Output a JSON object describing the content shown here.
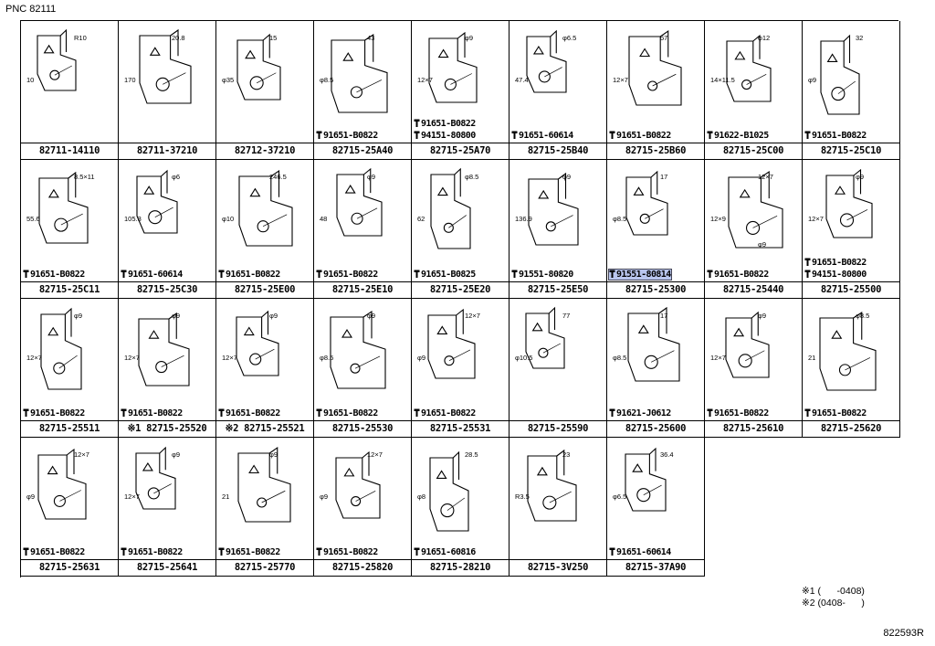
{
  "header": {
    "pnc": "PNC 82111"
  },
  "cells": [
    {
      "part": "82711-14110",
      "dims": [
        "R10",
        "10"
      ],
      "bolts": []
    },
    {
      "part": "82711-37210",
      "dims": [
        "20.8",
        "170"
      ],
      "bolts": []
    },
    {
      "part": "82712-37210",
      "dims": [
        "15",
        "φ35"
      ],
      "bolts": []
    },
    {
      "part": "82715-25A40",
      "dims": [
        "43",
        "φ8.5"
      ],
      "bolts": [
        {
          "num": "91651-B0822",
          "hl": false
        }
      ]
    },
    {
      "part": "82715-25A70",
      "dims": [
        "φ9",
        "12×7"
      ],
      "bolts": [
        {
          "num": "91651-B0822",
          "hl": false
        },
        {
          "num": "94151-80800",
          "hl": false
        }
      ]
    },
    {
      "part": "82715-25B40",
      "dims": [
        "φ6.5",
        "47.4"
      ],
      "bolts": [
        {
          "num": "91651-60614",
          "hl": false
        }
      ]
    },
    {
      "part": "82715-25B60",
      "dims": [
        "57",
        "12×7"
      ],
      "bolts": [
        {
          "num": "91651-B0822",
          "hl": false
        }
      ]
    },
    {
      "part": "82715-25C00",
      "dims": [
        "φ12",
        "14×11.5"
      ],
      "bolts": [
        {
          "num": "91622-B1025",
          "hl": false
        }
      ]
    },
    {
      "part": "82715-25C10",
      "dims": [
        "32",
        "φ9"
      ],
      "bolts": [
        {
          "num": "91651-B0822",
          "hl": false
        }
      ]
    },
    {
      "part": "82715-25C11",
      "dims": [
        "8.5×11",
        "55.6"
      ],
      "bolts": [
        {
          "num": "91651-B0822",
          "hl": false
        }
      ]
    },
    {
      "part": "82715-25C30",
      "dims": [
        "φ6",
        "105.3"
      ],
      "bolts": [
        {
          "num": "91651-60614",
          "hl": false
        }
      ]
    },
    {
      "part": "82715-25E00",
      "dims": [
        "246.5",
        "φ10"
      ],
      "bolts": [
        {
          "num": "91651-B0822",
          "hl": false
        }
      ]
    },
    {
      "part": "82715-25E10",
      "dims": [
        "φ9",
        "48"
      ],
      "bolts": [
        {
          "num": "91651-B0822",
          "hl": false
        }
      ]
    },
    {
      "part": "82715-25E20",
      "dims": [
        "φ8.5",
        "62"
      ],
      "bolts": [
        {
          "num": "91651-B0825",
          "hl": false
        }
      ]
    },
    {
      "part": "82715-25E50",
      "dims": [
        "φ9",
        "136.9"
      ],
      "bolts": [
        {
          "num": "91551-80820",
          "hl": false
        }
      ]
    },
    {
      "part": "82715-25300",
      "dims": [
        "17",
        "φ8.5"
      ],
      "bolts": [
        {
          "num": "91551-80814",
          "hl": true
        }
      ]
    },
    {
      "part": "82715-25440",
      "dims": [
        "12×7",
        "12×9",
        "φ9"
      ],
      "bolts": [
        {
          "num": "91651-B0822",
          "hl": false
        }
      ]
    },
    {
      "part": "82715-25500",
      "dims": [
        "φ9",
        "12×7"
      ],
      "bolts": [
        {
          "num": "91651-B0822",
          "hl": false
        },
        {
          "num": "94151-80800",
          "hl": false
        }
      ]
    },
    {
      "part": "82715-25511",
      "dims": [
        "φ9",
        "12×7"
      ],
      "bolts": [
        {
          "num": "91651-B0822",
          "hl": false
        }
      ]
    },
    {
      "part": "※1 82715-25520",
      "dims": [
        "φ9",
        "12×7"
      ],
      "bolts": [
        {
          "num": "91651-B0822",
          "hl": false
        }
      ]
    },
    {
      "part": "※2 82715-25521",
      "dims": [
        "φ9",
        "12×7"
      ],
      "bolts": [
        {
          "num": "91651-B0822",
          "hl": false
        }
      ]
    },
    {
      "part": "82715-25530",
      "dims": [
        "φ9",
        "φ8.5"
      ],
      "bolts": [
        {
          "num": "91651-B0822",
          "hl": false
        }
      ]
    },
    {
      "part": "82715-25531",
      "dims": [
        "12×7",
        "φ9"
      ],
      "bolts": [
        {
          "num": "91651-B0822",
          "hl": false
        }
      ]
    },
    {
      "part": "82715-25590",
      "dims": [
        "77",
        "φ10.5"
      ],
      "bolts": []
    },
    {
      "part": "82715-25600",
      "dims": [
        "17",
        "φ8.5"
      ],
      "bolts": [
        {
          "num": "91621-J0612",
          "hl": false
        }
      ]
    },
    {
      "part": "82715-25610",
      "dims": [
        "φ9",
        "12×7"
      ],
      "bolts": [
        {
          "num": "91651-B0822",
          "hl": false
        }
      ]
    },
    {
      "part": "82715-25620",
      "dims": [
        "φ8.5",
        "21"
      ],
      "bolts": [
        {
          "num": "91651-B0822",
          "hl": false
        }
      ]
    },
    {
      "part": "82715-25631",
      "dims": [
        "12×7",
        "φ9"
      ],
      "bolts": [
        {
          "num": "91651-B0822",
          "hl": false
        }
      ]
    },
    {
      "part": "82715-25641",
      "dims": [
        "φ9",
        "12×7"
      ],
      "bolts": [
        {
          "num": "91651-B0822",
          "hl": false
        }
      ]
    },
    {
      "part": "82715-25770",
      "dims": [
        "φ9",
        "21"
      ],
      "bolts": [
        {
          "num": "91651-B0822",
          "hl": false
        }
      ]
    },
    {
      "part": "82715-25820",
      "dims": [
        "12×7",
        "φ9"
      ],
      "bolts": [
        {
          "num": "91651-B0822",
          "hl": false
        }
      ]
    },
    {
      "part": "82715-28210",
      "dims": [
        "28.5",
        "φ8"
      ],
      "bolts": [
        {
          "num": "91651-60816",
          "hl": false
        }
      ]
    },
    {
      "part": "82715-3V250",
      "dims": [
        "23",
        "R3.5"
      ],
      "bolts": []
    },
    {
      "part": "82715-37A90",
      "dims": [
        "36.4",
        "φ6.5"
      ],
      "bolts": [
        {
          "num": "91651-60614",
          "hl": false
        }
      ]
    }
  ],
  "notes": {
    "n1": "※1 (      -0408)",
    "n2": "※2 (0408-      )"
  },
  "footer": {
    "code": "822593R"
  }
}
